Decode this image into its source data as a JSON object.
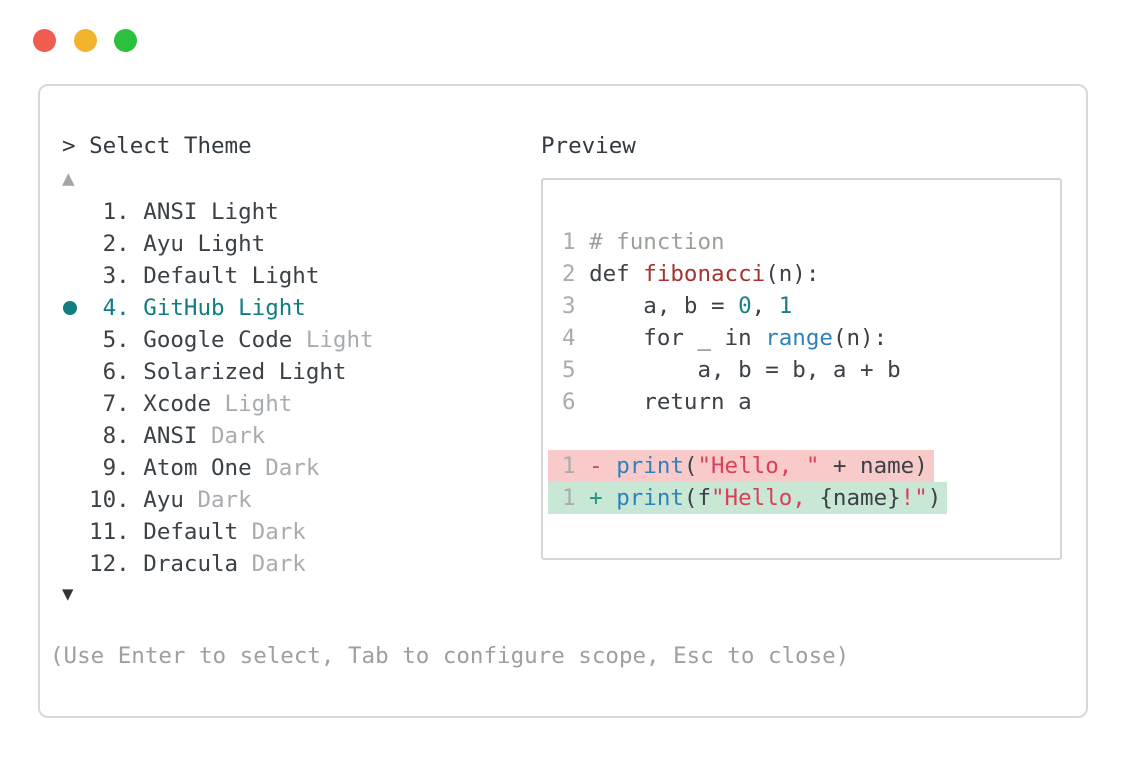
{
  "window": {
    "traffic_lights": [
      {
        "name": "close",
        "color": "#f15c51"
      },
      {
        "name": "minimize",
        "color": "#f3b42d"
      },
      {
        "name": "maximize",
        "color": "#2bc13e"
      }
    ]
  },
  "theme_picker": {
    "title": "> Select Theme",
    "scroll_up_indicator": "▲",
    "scroll_down_indicator": "▼",
    "items": [
      {
        "prefix": "   1. ",
        "name": "ANSI Light",
        "muted": "",
        "selected": false
      },
      {
        "prefix": "   2. ",
        "name": "Ayu Light",
        "muted": "",
        "selected": false
      },
      {
        "prefix": "   3. ",
        "name": "Default Light",
        "muted": "",
        "selected": false
      },
      {
        "prefix": "   4. ",
        "name": "GitHub Light",
        "muted": "",
        "selected": true
      },
      {
        "prefix": "   5. ",
        "name": "Google Code",
        "muted": " Light",
        "selected": false
      },
      {
        "prefix": "   6. ",
        "name": "Solarized Light",
        "muted": "",
        "selected": false
      },
      {
        "prefix": "   7. ",
        "name": "Xcode",
        "muted": " Light",
        "selected": false
      },
      {
        "prefix": "   8. ",
        "name": "ANSI",
        "muted": " Dark",
        "selected": false
      },
      {
        "prefix": "   9. ",
        "name": "Atom One",
        "muted": " Dark",
        "selected": false
      },
      {
        "prefix": "  10. ",
        "name": "Ayu",
        "muted": " Dark",
        "selected": false
      },
      {
        "prefix": "  11. ",
        "name": "Default",
        "muted": " Dark",
        "selected": false
      },
      {
        "prefix": "  12. ",
        "name": "Dracula",
        "muted": " Dark",
        "selected": false
      }
    ],
    "hint": "(Use Enter to select, Tab to configure scope, Esc to close)"
  },
  "preview": {
    "label": "Preview",
    "code_lines": [
      {
        "bg": "",
        "tokens": [
          [
            "ln",
            "1 "
          ],
          [
            "cm",
            "# function"
          ]
        ]
      },
      {
        "bg": "",
        "tokens": [
          [
            "ln",
            "2 "
          ],
          [
            "tx",
            "def "
          ],
          [
            "fn",
            "fibonacci"
          ],
          [
            "tx",
            "(n):"
          ]
        ]
      },
      {
        "bg": "",
        "tokens": [
          [
            "ln",
            "3 "
          ],
          [
            "tx",
            "    a, b = "
          ],
          [
            "num",
            "0"
          ],
          [
            "tx",
            ", "
          ],
          [
            "num",
            "1"
          ]
        ]
      },
      {
        "bg": "",
        "tokens": [
          [
            "ln",
            "4 "
          ],
          [
            "tx",
            "    for _ in "
          ],
          [
            "bl",
            "range"
          ],
          [
            "tx",
            "(n):"
          ]
        ]
      },
      {
        "bg": "",
        "tokens": [
          [
            "ln",
            "5 "
          ],
          [
            "tx",
            "        a, b = b, a + b"
          ]
        ]
      },
      {
        "bg": "",
        "tokens": [
          [
            "ln",
            "6 "
          ],
          [
            "tx",
            "    return a"
          ]
        ]
      },
      {
        "bg": "",
        "tokens": []
      },
      {
        "bg": "del",
        "tokens": [
          [
            "ln",
            "1 "
          ],
          [
            "mi",
            "- "
          ],
          [
            "bl",
            "print"
          ],
          [
            "tx",
            "("
          ],
          [
            "st",
            "\"Hello, \""
          ],
          [
            "tx",
            " + name)"
          ]
        ]
      },
      {
        "bg": "add",
        "tokens": [
          [
            "ln",
            "1 "
          ],
          [
            "pl",
            "+ "
          ],
          [
            "bl",
            "print"
          ],
          [
            "tx",
            "(f"
          ],
          [
            "st",
            "\"Hello, "
          ],
          [
            "tx",
            "{name}"
          ],
          [
            "st",
            "!\""
          ],
          [
            "tx",
            ")"
          ]
        ]
      }
    ]
  },
  "colors": {
    "panel_border": "#d8d8d8",
    "preview_border": "#d5d5d5",
    "text_dark": "#3b4147",
    "text_muted": "#a9acaf",
    "hint_gray": "#9ca0a3",
    "selected_teal": "#117d80",
    "comment_green_gray": "#9aa197",
    "function_red": "#a5352e",
    "number_teal": "#197f87",
    "builtin_blue": "#2e82bc",
    "string_crimson": "#d84157",
    "diff_del_bg": "#f8caca",
    "diff_add_bg": "#c9e7d5"
  }
}
